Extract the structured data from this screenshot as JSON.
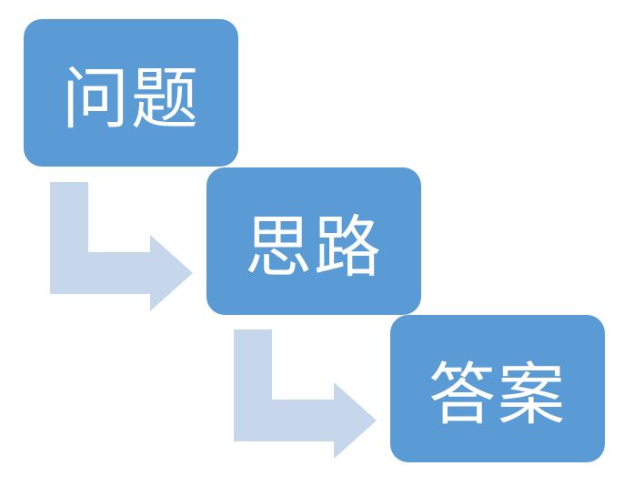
{
  "steps": [
    {
      "label": "问题"
    },
    {
      "label": "思路"
    },
    {
      "label": "答案"
    }
  ],
  "colors": {
    "box_fill": "#5b9bd5",
    "box_text": "#ffffff",
    "arrow_fill": "#c7d7eb"
  }
}
